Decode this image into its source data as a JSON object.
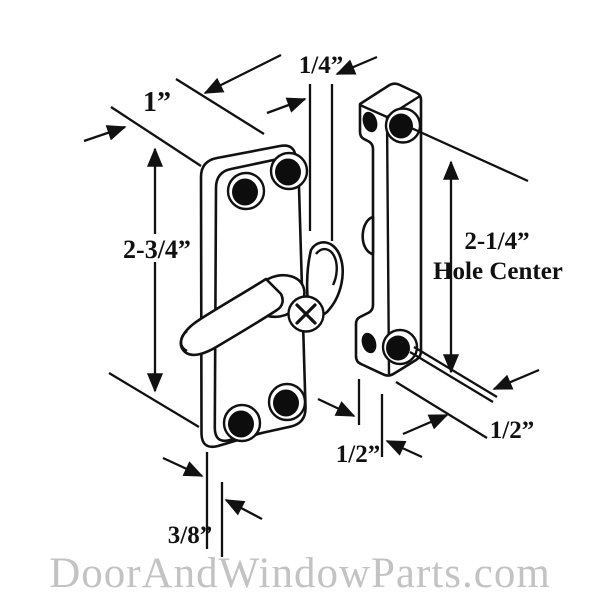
{
  "diagram": {
    "watermark": "DoorAndWindowParts.com",
    "dims": {
      "plate_width": "1”",
      "plate_thickness": "1/4”",
      "plate_height": "2-3/4”",
      "hole_center_line1": "2-1/4”",
      "hole_center_line2": "Hole Center",
      "strike_bar_width": "1/2”",
      "strike_bottom_offset": "1/2”",
      "plate_side_depth": "3/8”"
    },
    "colors": {
      "line": "#111111",
      "fill": "#ffffff",
      "hole": "#0d0d0d",
      "watermark": "#c3c3c3",
      "background": "#ffffff"
    }
  }
}
